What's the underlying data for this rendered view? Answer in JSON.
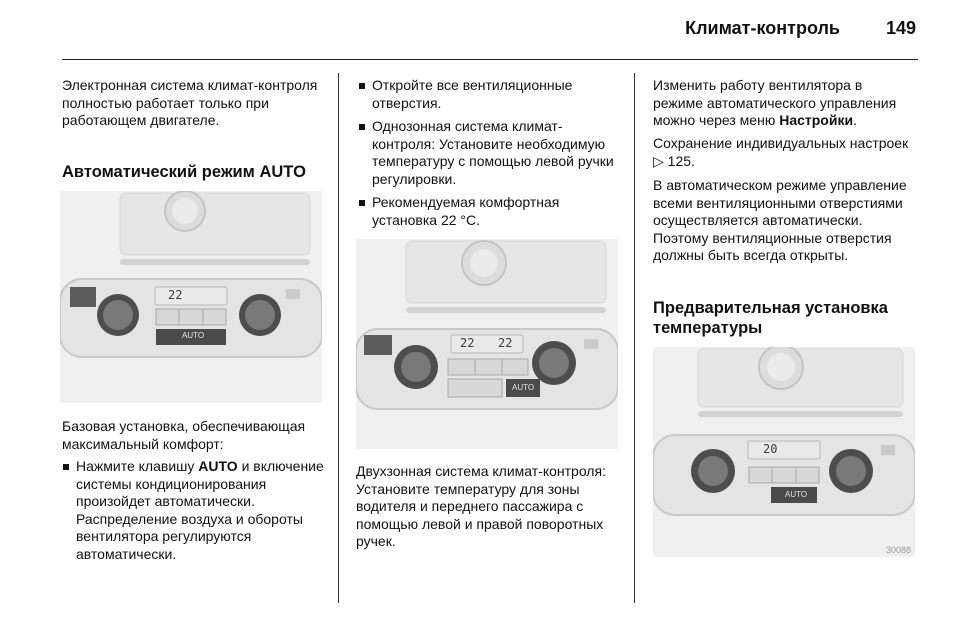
{
  "header": {
    "title": "Климат-контроль",
    "page_number": "149"
  },
  "col1": {
    "intro": "Электронная система климат-контроля полностью работает только при работающем двигателе.",
    "heading": "Автоматический режим AUTO",
    "figure": {
      "display": "22",
      "button": "AUTO"
    },
    "basic_setting": "Базовая установка, обеспечивающая максимальный комфорт:",
    "bullet1": {
      "pre": "Нажмите клавишу ",
      "key": "AUTO",
      "post": " и включение системы кондиционирования произойдет автоматически. Распределение воздуха и обороты вентилятора регулируются автоматически."
    }
  },
  "col2": {
    "bullet1": "Откройте все вентиляционные отверстия.",
    "bullet2": "Однозонная система климат-контроля: Установите необходимую температуру с помощью левой ручки регулировки.",
    "bullet3": "Рекомендуемая комфортная установка 22 °C.",
    "figure": {
      "display_left": "22",
      "display_right": "22",
      "button": "AUTO"
    },
    "dual_zone": "Двухзонная система климат-контроля: Установите температуру для зоны водителя и переднего пассажира с помощью левой и правой поворотных ручек."
  },
  "col3": {
    "para1": {
      "pre": "Изменить работу вентилятора в режиме автоматического управления можно через меню ",
      "menu": "Настройки",
      "post": "."
    },
    "para2": {
      "pre": "Сохранение индивидуальных настроек ",
      "ref": "125."
    },
    "para3": "В автоматическом режиме управление всеми вентиляционными отверстиями осуществляется автоматически. Поэтому вентиляционные отверстия должны быть всегда открыты.",
    "heading": "Предварительная установка температуры",
    "figure": {
      "display": "20",
      "button": "AUTO",
      "figure_number": "30088"
    }
  }
}
